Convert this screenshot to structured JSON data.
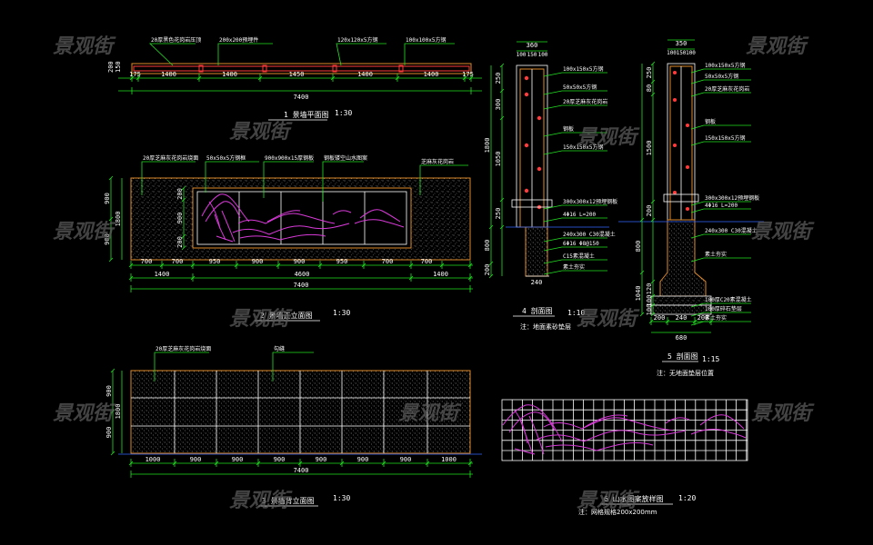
{
  "watermark": "景观街",
  "colors": {
    "background": "#000000",
    "dimension": "#22e022",
    "outline": "#e08a2a",
    "pattern": "#d83ad8",
    "ground": "#3366ff",
    "text": "#ffffff"
  },
  "plan": {
    "callouts": [
      "20厚黑色花岗岩压顶",
      "200x200预埋件",
      "120x120x5方钢",
      "100x100x5方钢"
    ],
    "dims_bottom": [
      "175",
      "1400",
      "1400",
      "1450",
      "1400",
      "1400",
      "175"
    ],
    "total": "7400",
    "dims_side": [
      "200",
      "150"
    ],
    "title": "1 景墙平面图",
    "scale": "1:30"
  },
  "front": {
    "callouts": [
      "20厚芝麻灰花岗岩烧面",
      "50x50x5方钢框",
      "900x900x15厚钢板",
      "钢板镂空山水图案",
      "芝麻灰花岗岩"
    ],
    "dims_bottom_row1": [
      "700",
      "700",
      "950",
      "900",
      "900",
      "950",
      "700",
      "700"
    ],
    "dims_bottom_row2": [
      "1400",
      "4600",
      "1400"
    ],
    "total": "7400",
    "dims_left_outer": [
      "900",
      "900"
    ],
    "dims_left_total": "1800",
    "dims_left_inner": [
      "200",
      "900",
      "200"
    ],
    "title": "2 景墙正立面图",
    "scale": "1:30"
  },
  "back": {
    "callouts": [
      "20厚芝麻灰花岗岩烧面",
      "勾缝"
    ],
    "dims_bottom": [
      "1000",
      "900",
      "900",
      "900",
      "900",
      "900",
      "900",
      "1000"
    ],
    "total": "7400",
    "dims_left": [
      "900",
      "900"
    ],
    "dims_left_total": "1800",
    "title": "3 景墙背立面图",
    "scale": "1:30"
  },
  "section4": {
    "top_dims": [
      "360"
    ],
    "top_sub": [
      "100",
      "150",
      "100"
    ],
    "callouts": [
      "100x150x5方钢",
      "50x50x5方钢",
      "20厚芝麻灰花岗岩",
      "钢板",
      "150x150x5方钢",
      "300x300x12预埋钢板",
      "4Φ16 L=200",
      "240x300 C30混凝土",
      "6Φ16 Φ8@150",
      "C15素混凝土",
      "素土夯实"
    ],
    "dims_left": [
      "250",
      "300",
      "1050",
      "250"
    ],
    "dims_left_total": "1800",
    "dims_left_lower": [
      "800",
      "200"
    ],
    "base_width": "240",
    "title": "4 剖面图",
    "scale": "1:10",
    "note": "注：地面素砂垫层"
  },
  "section5": {
    "top_dims": [
      "350"
    ],
    "top_sub": [
      "100",
      "150",
      "100"
    ],
    "callouts": [
      "100x150x5方钢",
      "50x50x5方钢",
      "20厚芝麻灰花岗岩",
      "钢板",
      "150x150x5方钢",
      "300x300x12预埋钢板",
      "4Φ16 L=200",
      "240x300 C30混凝土",
      "素土夯实",
      "100厚C20素混凝土",
      "100厚碎石垫层",
      "素土夯实"
    ],
    "dims_left": [
      "250",
      "80",
      "1500",
      "200"
    ],
    "dims_left_lower": [
      "800",
      "1040"
    ],
    "dims_left_base": [
      "120",
      "100",
      "100"
    ],
    "dims_bottom": [
      "200",
      "240",
      "200"
    ],
    "base_width": "680",
    "title": "5 剖面图",
    "scale": "1:15",
    "note": "注：无地面垫层位置"
  },
  "detail6": {
    "title": "6 山水图案放样图",
    "scale": "1:20",
    "note": "注：网格规格200x200mm"
  }
}
